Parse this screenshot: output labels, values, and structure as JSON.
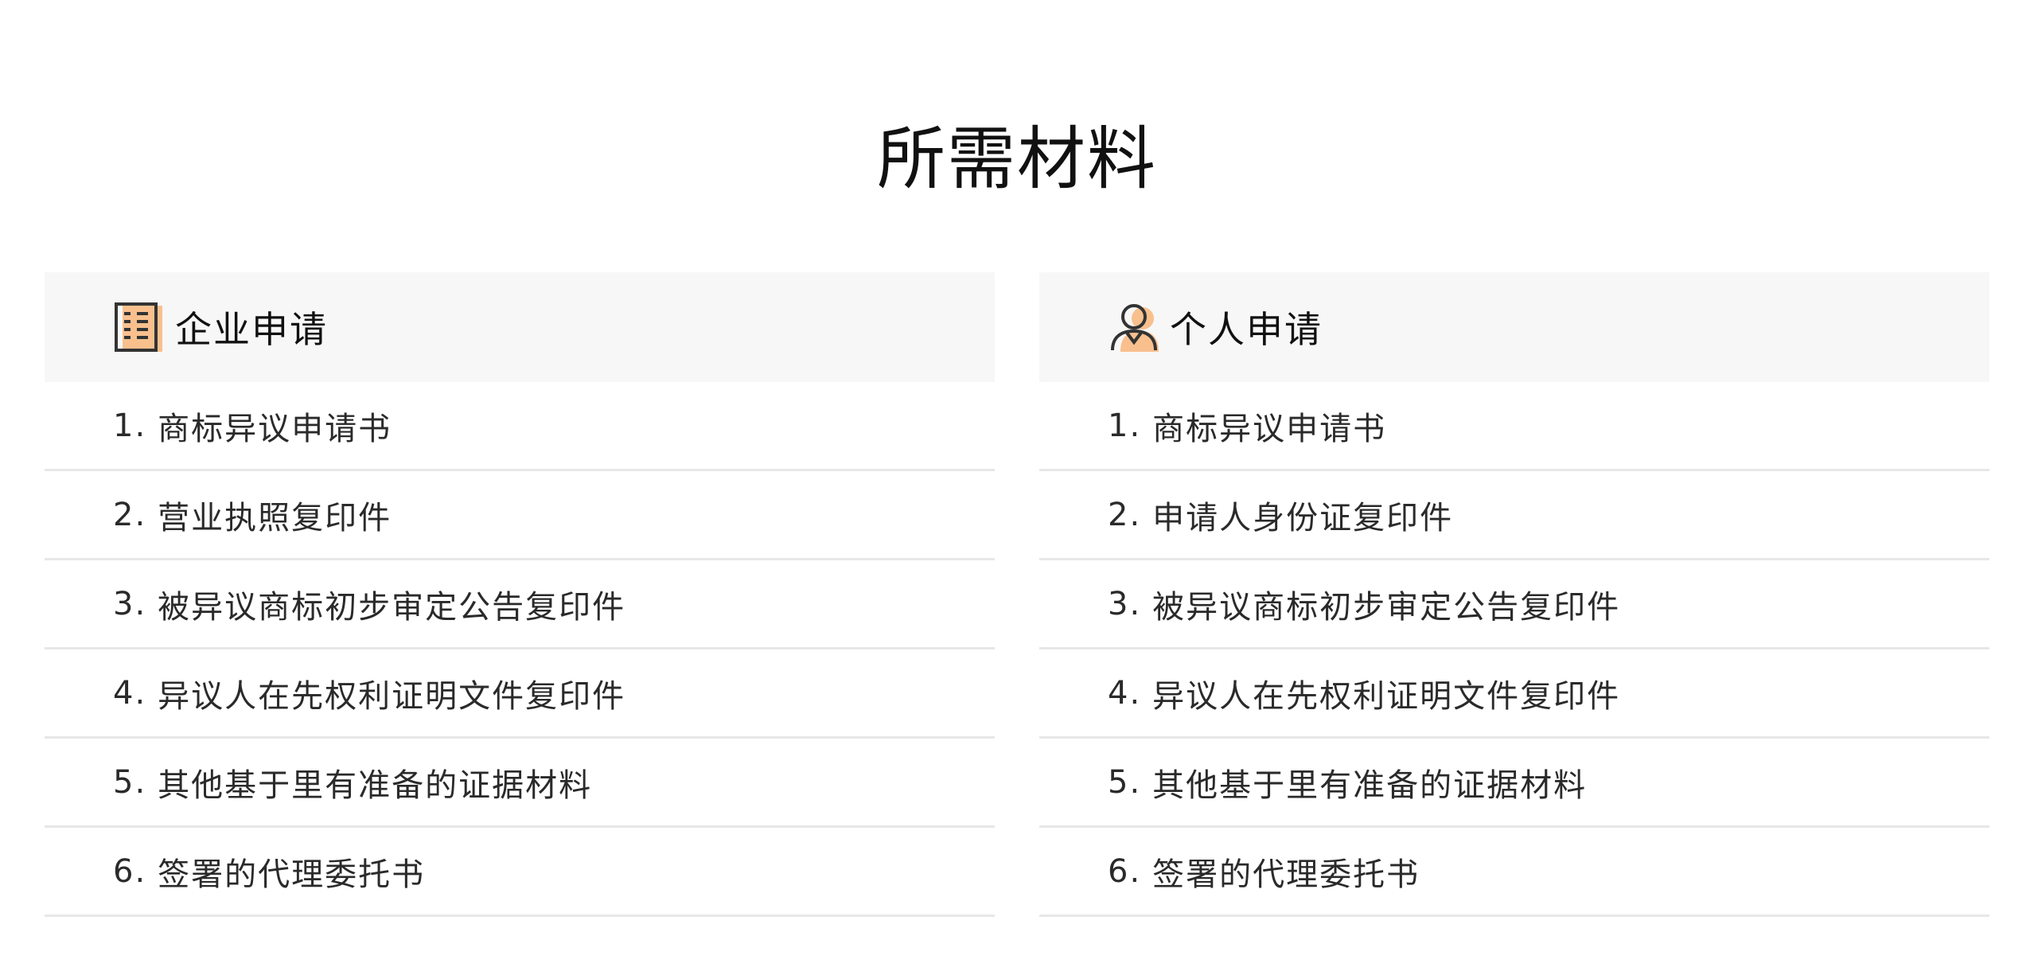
{
  "page": {
    "title": "所需材料"
  },
  "colors": {
    "icon_accent": "#f9c08e",
    "icon_stroke": "#333333",
    "header_bg": "#f7f7f7",
    "divider": "#e7e7e7"
  },
  "columns": [
    {
      "title": "企业申请",
      "icon": "building-document-icon",
      "items": [
        {
          "num": "1.",
          "text": "商标异议申请书"
        },
        {
          "num": "2.",
          "text": "营业执照复印件"
        },
        {
          "num": "3.",
          "text": "被异议商标初步审定公告复印件"
        },
        {
          "num": "4.",
          "text": "异议人在先权利证明文件复印件"
        },
        {
          "num": "5.",
          "text": "其他基于里有准备的证据材料"
        },
        {
          "num": "6.",
          "text": "签署的代理委托书"
        }
      ]
    },
    {
      "title": "个人申请",
      "icon": "person-icon",
      "items": [
        {
          "num": "1.",
          "text": "商标异议申请书"
        },
        {
          "num": "2.",
          "text": "申请人身份证复印件"
        },
        {
          "num": "3.",
          "text": "被异议商标初步审定公告复印件"
        },
        {
          "num": "4.",
          "text": "异议人在先权利证明文件复印件"
        },
        {
          "num": "5.",
          "text": "其他基于里有准备的证据材料"
        },
        {
          "num": "6.",
          "text": "签署的代理委托书"
        }
      ]
    }
  ]
}
